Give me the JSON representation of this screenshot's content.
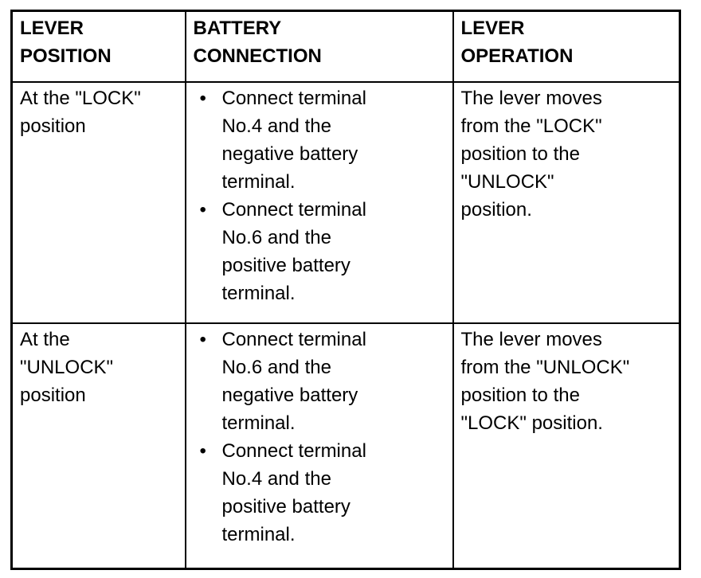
{
  "colors": {
    "background": "#ffffff",
    "border": "#000000",
    "text": "#000000"
  },
  "table": {
    "bullet": "•",
    "headers": [
      "LEVER\nPOSITION",
      "BATTERY\nCONNECTION",
      "LEVER\nOPERATION"
    ],
    "rows": [
      {
        "lever_position": "At the \"LOCK\"\nposition",
        "battery_connection": [
          "Connect terminal\nNo.4 and the\nnegative battery\nterminal.",
          "Connect terminal\nNo.6 and the\npositive battery\nterminal."
        ],
        "lever_operation": "The lever moves\nfrom the \"LOCK\"\nposition to the\n\"UNLOCK\"\nposition."
      },
      {
        "lever_position": "At the\n\"UNLOCK\"\nposition",
        "battery_connection": [
          "Connect terminal\nNo.6 and the\nnegative battery\nterminal.",
          "Connect terminal\nNo.4 and the\npositive battery\nterminal."
        ],
        "lever_operation": "The lever moves\nfrom the \"UNLOCK\"\nposition to the\n\"LOCK\" position."
      }
    ]
  }
}
